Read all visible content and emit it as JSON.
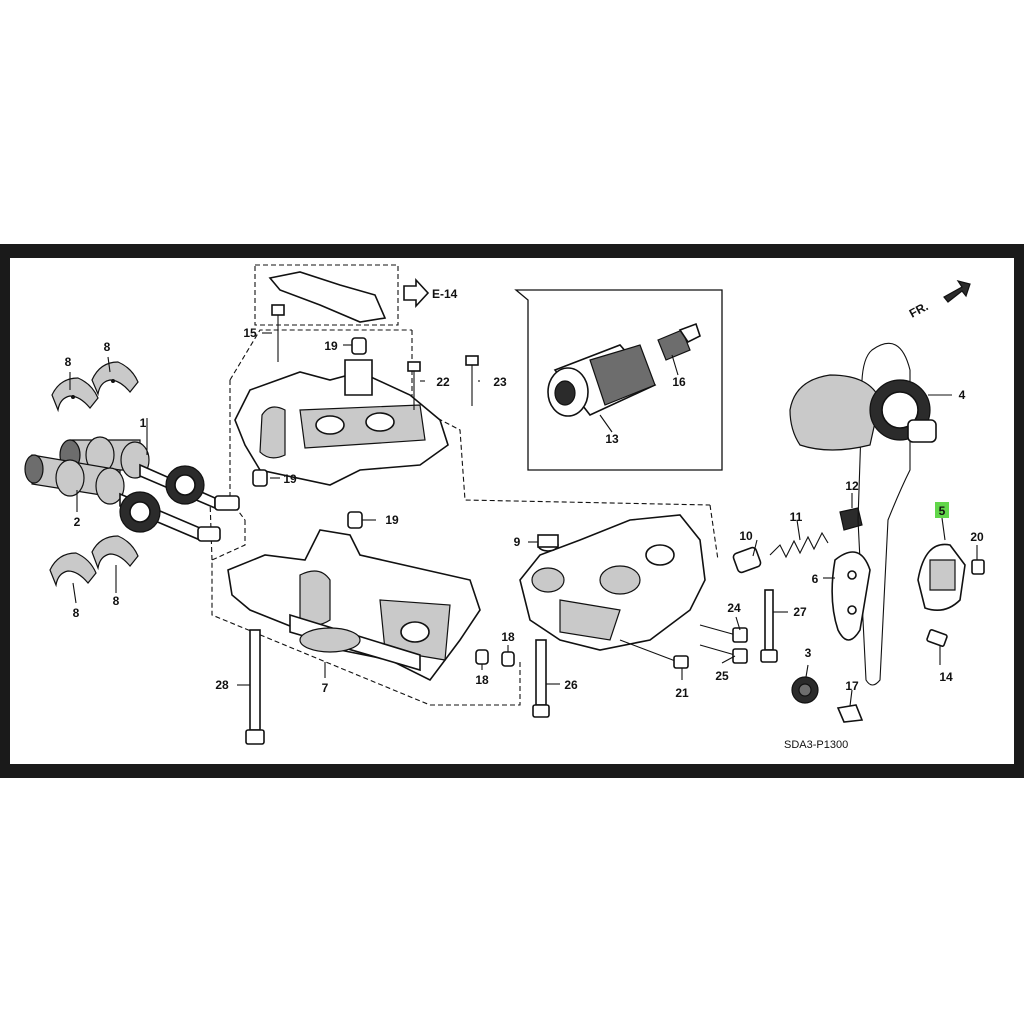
{
  "diagram": {
    "ref_code": "SDA3-P1300",
    "section_ref": "E-14",
    "direction_label": "FR.",
    "highlighted_callout": "5",
    "highlight_color": "#62d64a",
    "callouts": {
      "c1": "1",
      "c2": "2",
      "c3": "3",
      "c4": "4",
      "c5": "5",
      "c6": "6",
      "c7": "7",
      "c8a": "8",
      "c8b": "8",
      "c8c": "8",
      "c8d": "8",
      "c9": "9",
      "c10": "10",
      "c11": "11",
      "c12": "12",
      "c13": "13",
      "c14": "14",
      "c15": "15",
      "c16": "16",
      "c17": "17",
      "c18a": "18",
      "c18b": "18",
      "c19a": "19",
      "c19b": "19",
      "c19c": "19",
      "c20": "20",
      "c21": "21",
      "c22": "22",
      "c23": "23",
      "c24": "24",
      "c25": "25",
      "c26": "26",
      "c27": "27",
      "c28": "28"
    }
  }
}
